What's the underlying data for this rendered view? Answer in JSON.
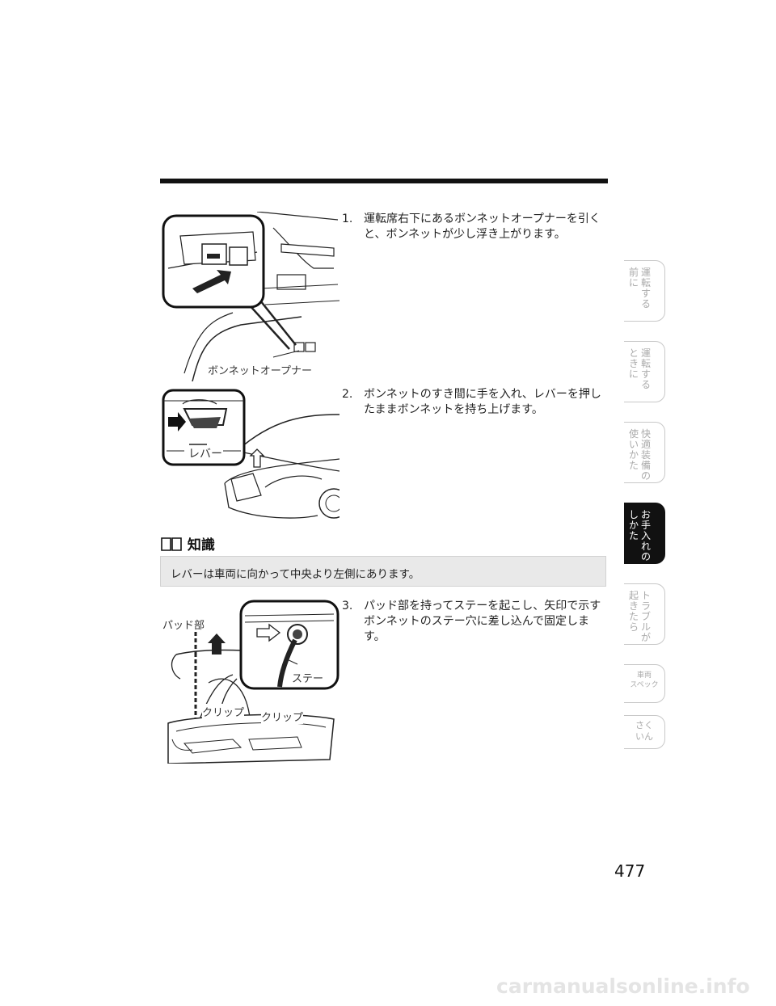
{
  "steps": [
    {
      "num": "1.",
      "text": "運転席右下にあるボンネットオープナーを引くと、ボンネットが少し浮き上がります。"
    },
    {
      "num": "2.",
      "text": "ボンネットのすき間に手を入れ、レバーを押したままボンネットを持ち上げます。"
    },
    {
      "num": "3.",
      "text": "パッド部を持ってステーを起こし、矢印で示すボンネットのステー穴に差し込んで固定します。"
    }
  ],
  "figure_labels": {
    "opener": "ボンネットオープナー",
    "lever": "レバー",
    "pad": "パッド部",
    "stay": "ステー",
    "clip_left": "クリップ",
    "clip_right": "クリップ"
  },
  "note": {
    "heading": "知識",
    "text": "レバーは車両に向かって中央より左側にあります。"
  },
  "tabs": [
    {
      "col1": "前に",
      "col2": "運転する",
      "active": false
    },
    {
      "col1": "ときに",
      "col2": "運転する",
      "active": false
    },
    {
      "col1": "使いかた",
      "col2": "快適装備の",
      "active": false
    },
    {
      "col1": "しかた",
      "col2": "お手入れの",
      "active": true
    },
    {
      "col1": "起きたら",
      "col2": "トラブルが",
      "active": false
    },
    {
      "col1": "スペック",
      "col2": "車両",
      "active": false
    },
    {
      "col1": "いん",
      "col2": "さく",
      "active": false
    }
  ],
  "page_number": "477",
  "footer_watermark": "carmanualsonline.info"
}
